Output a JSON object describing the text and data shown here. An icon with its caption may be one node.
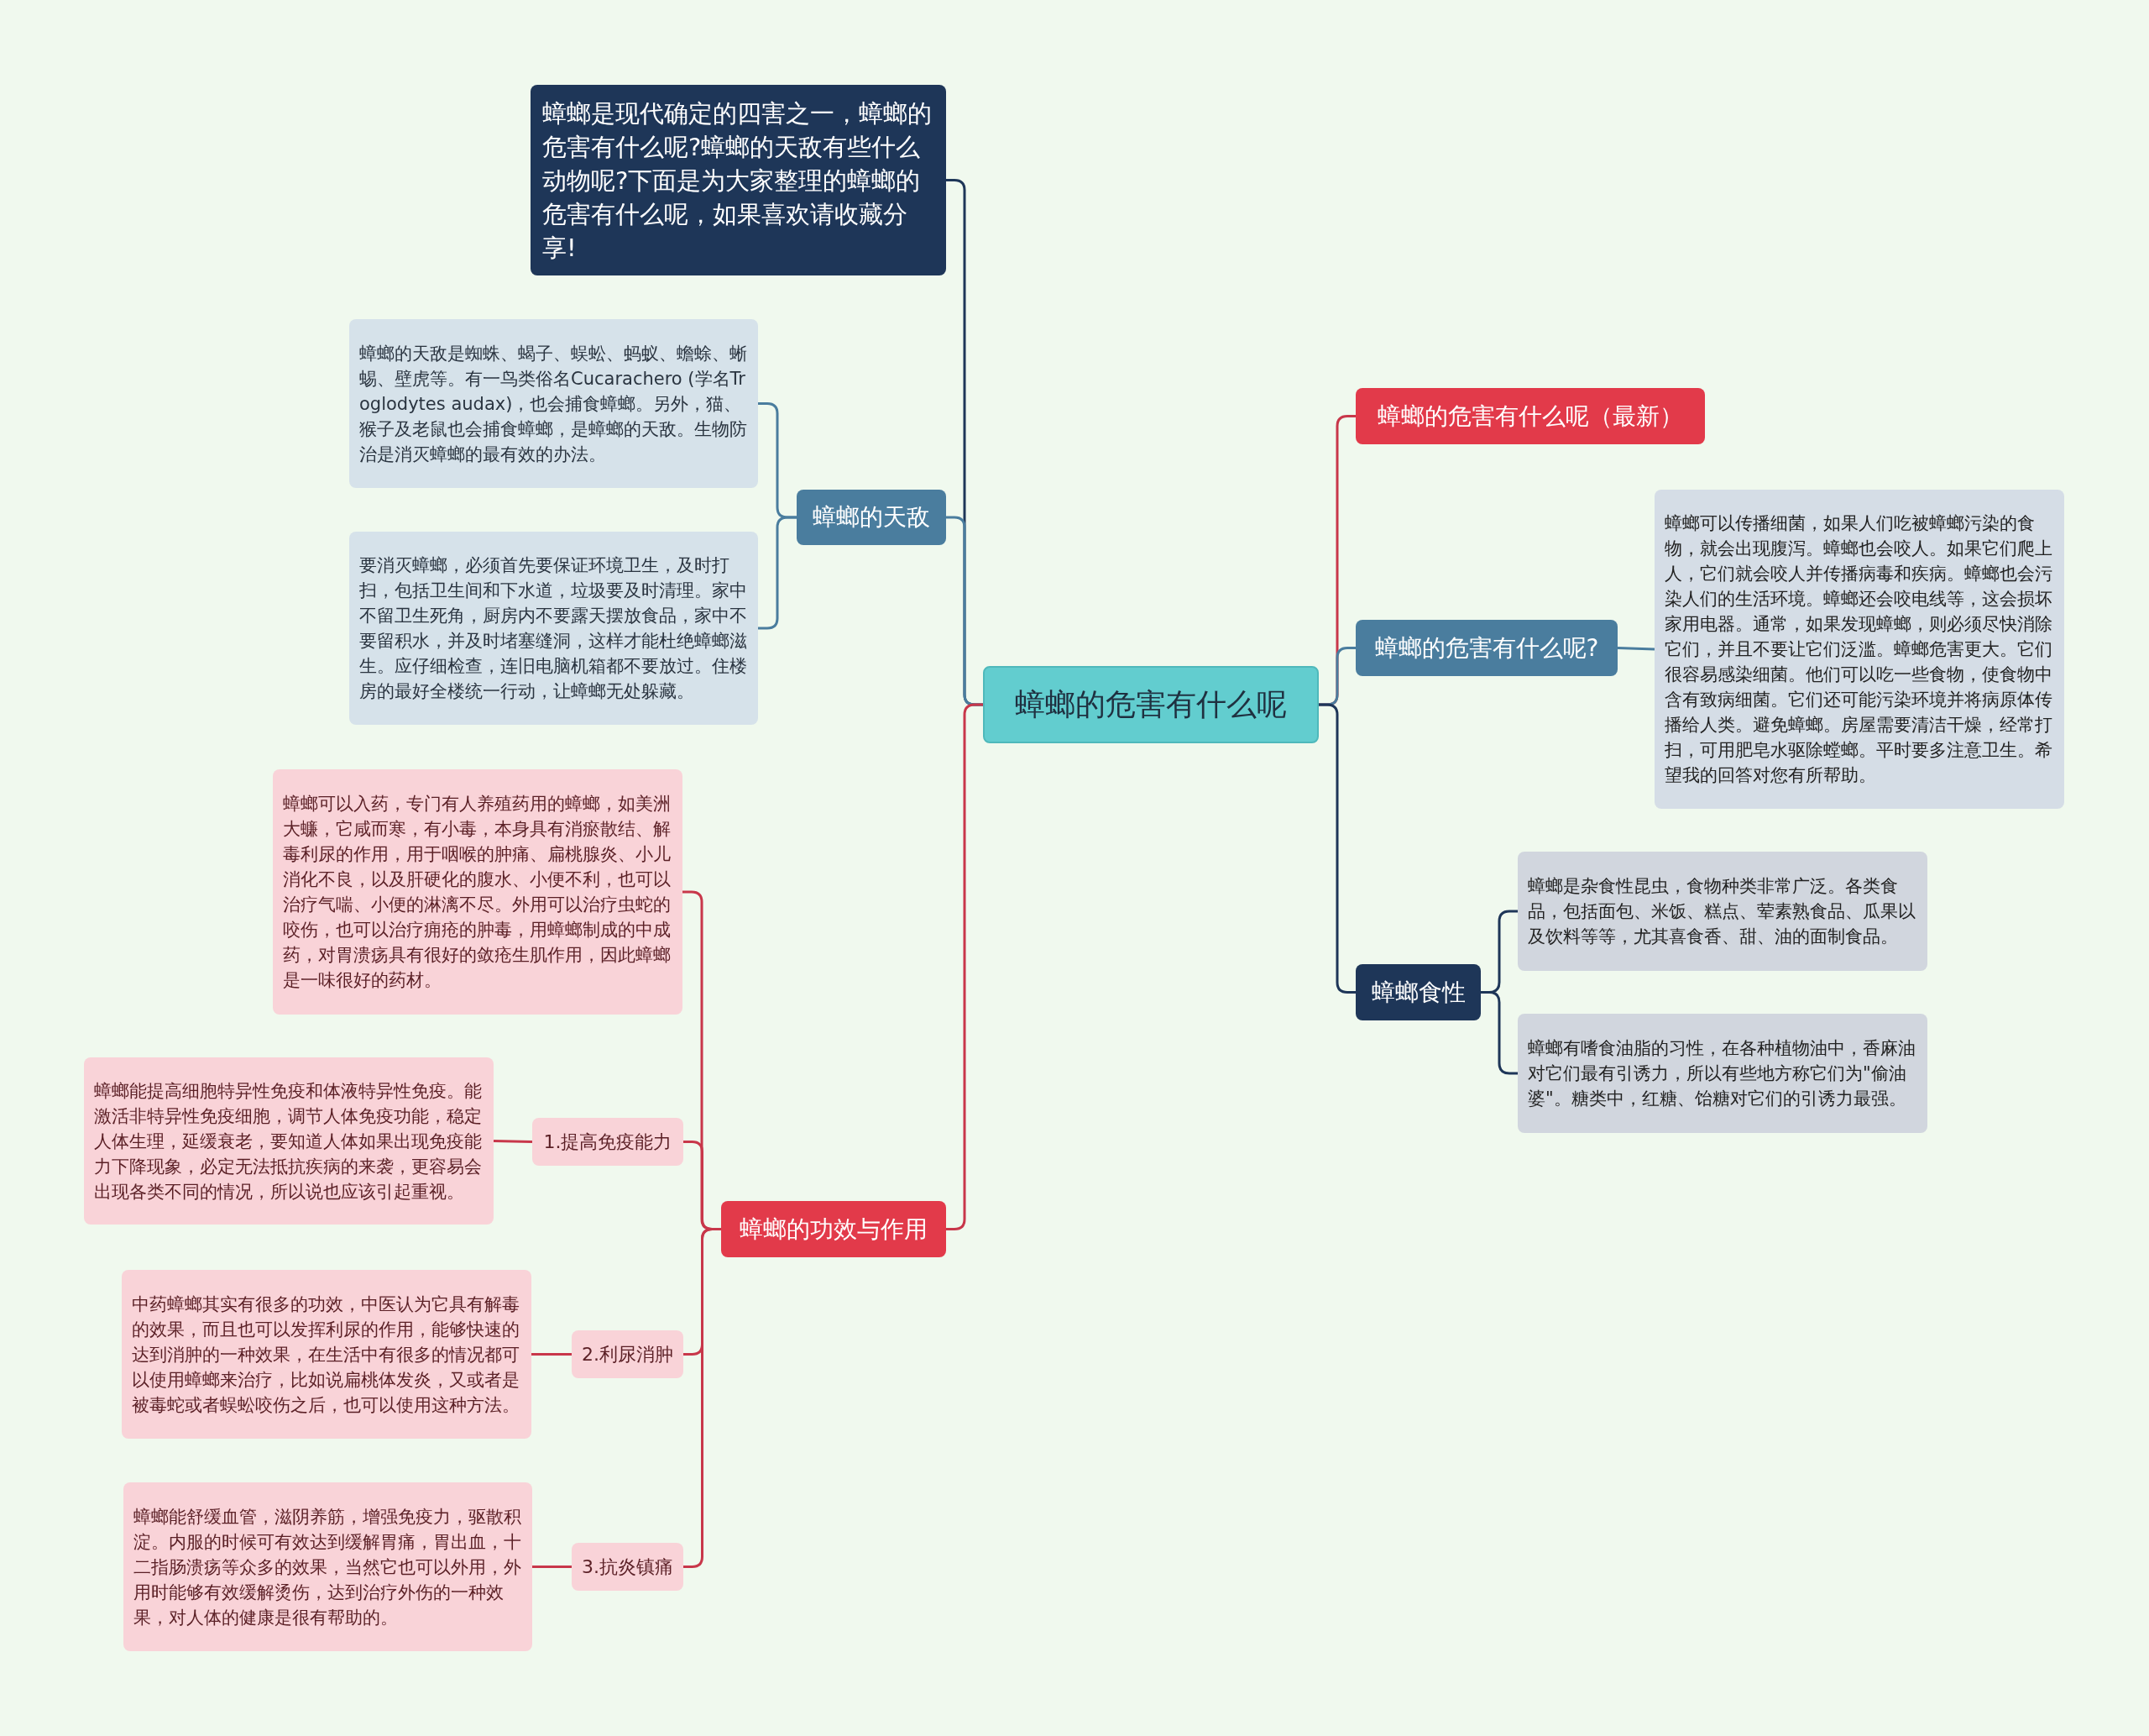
{
  "diagram": {
    "nodes": [
      {
        "text": [
          "蟑螂的危害有什么呢"
        ]
      },
      {
        "text": [
          "蟑螂是现代确定的四害之一，蟑螂的危害有什么呢?蟑螂的天敌有些什么动物呢?下面是为大家整理的蟑螂的危害有什么呢，如果喜欢请收藏分享!"
        ]
      },
      {
        "text": [
          "蟑螂的天敌"
        ]
      },
      {
        "text": [
          "蟑螂的天敌是蜘蛛、蝎子、蜈蚣、蚂蚁、蟾蜍、蜥蜴、壁虎等。有一鸟类俗名Cucarachero (学名Troglodytes audax)，也会捕食蟑螂。另外，猫、猴子及老鼠也会捕食蟑螂，是蟑螂的天敌。生物防治是消灭蟑螂的最有效的办法。"
        ]
      },
      {
        "text": [
          "要消灭蟑螂，必须首先要保证环境卫生，及时打扫，包括卫生间和下水道，垃圾要及时清理。家中不留卫生死角，厨房内不要露天摆放食品，家中不要留积水，并及时堵塞缝洞，这样才能杜绝蟑螂滋生。应仔细检查，连旧电脑机箱都不要放过。住楼房的最好全楼统一行动，让蟑螂无处躲藏。"
        ]
      },
      {
        "text": [
          "蟑螂的功效与作用"
        ]
      },
      {
        "text": [
          "蟑螂可以入药，专门有人养殖药用的蟑螂，如美洲大蠊，它咸而寒，有小毒，本身具有消瘀散结、解毒利尿的作用，用于咽喉的肿痛、扁桃腺炎、小儿消化不良，以及肝硬化的腹水、小便不利，也可以治疗气喘、小便的淋漓不尽。外用可以治疗虫蛇的咬伤，也可以治疗痈疮的肿毒，用蟑螂制成的中成药，对胃溃疡具有很好的敛疮生肌作用，因此蟑螂是一味很好的药材。"
        ]
      },
      {
        "text": [
          "1.提高免疫能力"
        ]
      },
      {
        "text": [
          "蟑螂能提高细胞特异性免疫和体液特异性免疫。能激活非特异性免疫细胞，调节人体免疫功能，稳定人体生理，延缓衰老，要知道人体如果出现免疫能力下降现象，必定无法抵抗疾病的来袭，更容易会出现各类不同的情况，所以说也应该引起重视。"
        ]
      },
      {
        "text": [
          "2.利尿消肿"
        ]
      },
      {
        "text": [
          "中药蟑螂其实有很多的功效，中医认为它具有解毒的效果，而且也可以发挥利尿的作用，能够快速的达到消肿的一种效果，在生活中有很多的情况都可以使用蟑螂来治疗，比如说扁桃体发炎，又或者是被毒蛇或者蜈蚣咬伤之后，也可以使用这种方法。"
        ]
      },
      {
        "text": [
          "3.抗炎镇痛"
        ]
      },
      {
        "text": [
          "蟑螂能舒缓血管，滋阴养筋，增强免疫力，驱散积淀。内服的时候可有效达到缓解胃痛，胃出血，十二指肠溃疡等众多的效果，当然它也可以外用，外用时能够有效缓解烫伤，达到治疗外伤的一种效果，对人体的健康是很有帮助的。"
        ]
      },
      {
        "text": [
          "蟑螂的危害有什么呢（最新）"
        ]
      },
      {
        "text": [
          "蟑螂的危害有什么呢?"
        ]
      },
      {
        "text": [
          "蟑螂可以传播细菌，如果人们吃被蟑螂污染的食物，就会出现腹泻。蟑螂也会咬人。如果它们爬上人，它们就会咬人并传播病毒和疾病。蟑螂也会污染人们的生活环境。蟑螂还会咬电线等，这会损坏家用电器。通常，如果发现蟑螂，则必须尽快消除它们，并且不要让它们泛滥。蟑螂危害更大。它们很容易感染细菌。他们可以吃一些食物，使食物中含有致病细菌。它们还可能污染环境并将病原体传播给人类。避免蟑螂。房屋需要清洁干燥，经常打扫，可用肥皂水驱除螳螂。平时要多注意卫生。希望我的回答对您有所帮助。"
        ]
      },
      {
        "text": [
          "蟑螂食性"
        ]
      },
      {
        "text": [
          "蟑螂是杂食性昆虫，食物种类非常广泛。各类食品，包括面包、米饭、糕点、荤素熟食品、瓜果以及饮料等等，尤其喜食香、甜、油的面制食品。"
        ]
      },
      {
        "text": [
          "蟑螂有嗜食油脂的习性，在各种植物油中，香麻油对它们最有引诱力，所以有些地方称它们为\"偷油婆\"。糖类中，红糖、饴糖对它们的引诱力最强。"
        ]
      }
    ],
    "edges": [
      {
        "from": 0,
        "to": 1,
        "arrow": "none",
        "color": "#1e3658"
      },
      {
        "from": 0,
        "to": 2,
        "arrow": "none",
        "color": "#4a7d9e"
      },
      {
        "from": 2,
        "to": 3,
        "arrow": "none",
        "color": "#4a7d9e"
      },
      {
        "from": 2,
        "to": 4,
        "arrow": "none",
        "color": "#4a7d9e"
      },
      {
        "from": 0,
        "to": 5,
        "arrow": "none"
      },
      {
        "from": 5,
        "to": 6,
        "arrow": "none"
      },
      {
        "from": 5,
        "to": 7,
        "arrow": "none"
      },
      {
        "from": 7,
        "to": 8,
        "arrow": "none"
      },
      {
        "from": 5,
        "to": 9,
        "arrow": "none"
      },
      {
        "from": 9,
        "to": 10,
        "arrow": "none"
      },
      {
        "from": 5,
        "to": 11,
        "arrow": "none"
      },
      {
        "from": 11,
        "to": 12,
        "arrow": "none"
      },
      {
        "from": 0,
        "to": 13,
        "arrow": "none"
      },
      {
        "from": 0,
        "to": 14,
        "arrow": "none",
        "color": "#4a7d9e"
      },
      {
        "from": 14,
        "to": 15,
        "arrow": "none",
        "color": "#4a7d9e"
      },
      {
        "from": 0,
        "to": 16,
        "arrow": "none",
        "color": "#1e3658"
      },
      {
        "from": 16,
        "to": 17,
        "arrow": "none",
        "color": "#1e3658"
      },
      {
        "from": 16,
        "to": 18,
        "arrow": "none",
        "color": "#1e3658"
      }
    ]
  }
}
